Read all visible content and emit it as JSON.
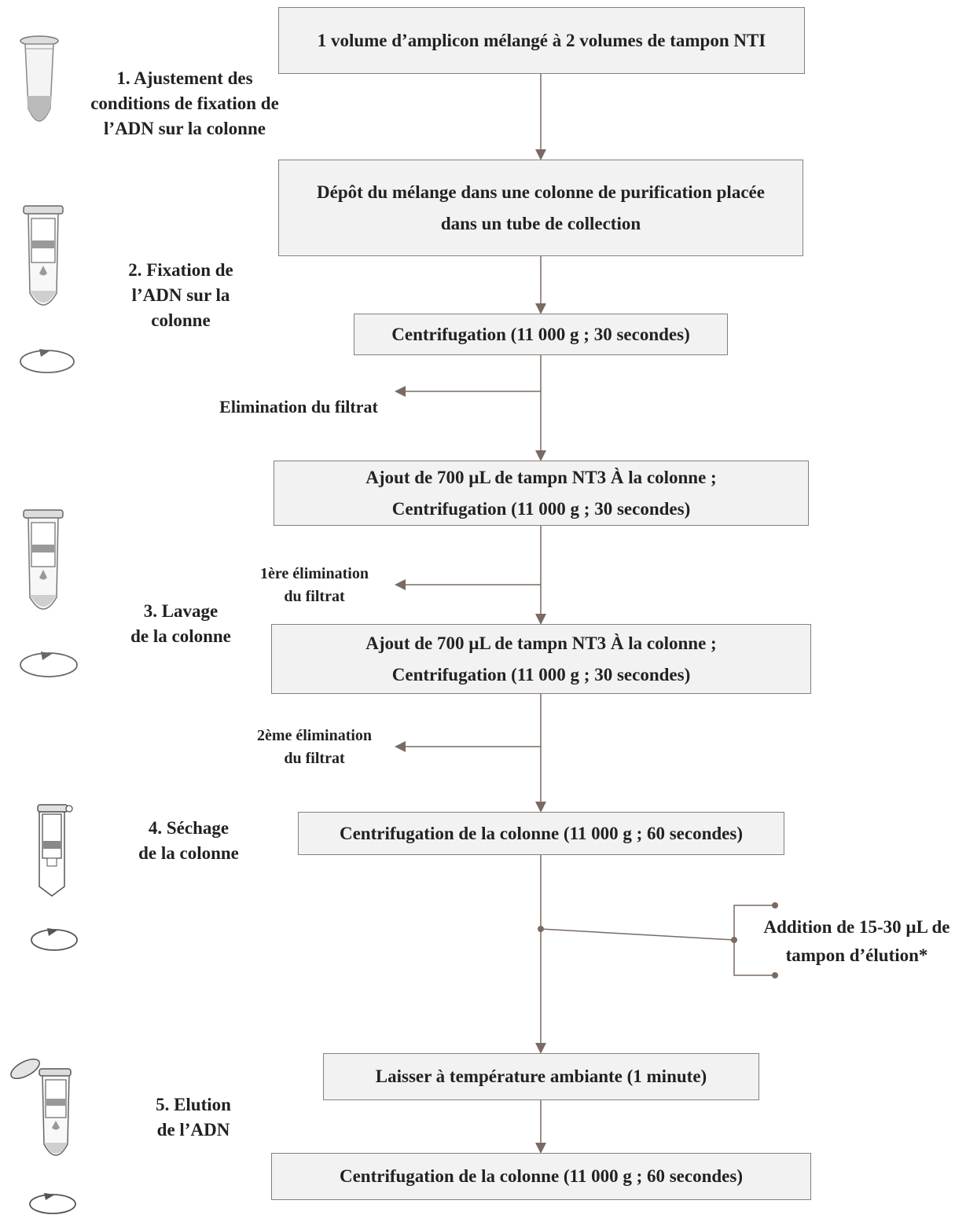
{
  "colors": {
    "connector": "#7a6a62",
    "box_fill": "#f2f2f2",
    "box_border": "#8a7f79"
  },
  "icons": [
    "microtube-icon",
    "spin-column-icon",
    "centrifuge-rotation-icon",
    "open-tube-icon"
  ],
  "steps": {
    "s1": [
      "1. Ajustement des",
      "conditions de fixation de",
      "l’ADN sur la colonne"
    ],
    "s2": [
      "2. Fixation de",
      "l’ADN sur la",
      "colonne"
    ],
    "s3": [
      "3. Lavage",
      "de la colonne"
    ],
    "s4": [
      "4. Séchage",
      "de la colonne"
    ],
    "s5": [
      "5. Elution",
      "de l’ADN"
    ]
  },
  "boxes": {
    "b1": [
      "1 volume d’amplicon mélangé à 2 volumes de tampon NTI"
    ],
    "b2": [
      "Dépôt du mélange dans une colonne de purification placée",
      "dans un tube de collection"
    ],
    "b3": [
      "Centrifugation (11 000 g ; 30 secondes)"
    ],
    "b4": [
      "Ajout de 700 µL de tampn NT3 À la colonne ;",
      "Centrifugation (11 000 g ; 30 secondes)"
    ],
    "b5": [
      "Ajout de 700 µL de tampn NT3 À la colonne ;",
      "Centrifugation (11 000 g ; 30 secondes)"
    ],
    "b6": [
      "Centrifugation de la colonne (11 000 g ; 60 secondes)"
    ],
    "b7": [
      "Laisser à température ambiante (1 minute)"
    ],
    "b8": [
      "Centrifugation de la colonne (11 000 g ; 60 secondes)"
    ]
  },
  "side_labels": {
    "elim1": [
      "Elimination du filtrat"
    ],
    "elim2": [
      "1ère élimination",
      "du filtrat"
    ],
    "elim3": [
      "2ème élimination",
      "du filtrat"
    ],
    "addition": [
      "Addition de 15-30 µL de",
      "tampon d’élution*"
    ]
  }
}
